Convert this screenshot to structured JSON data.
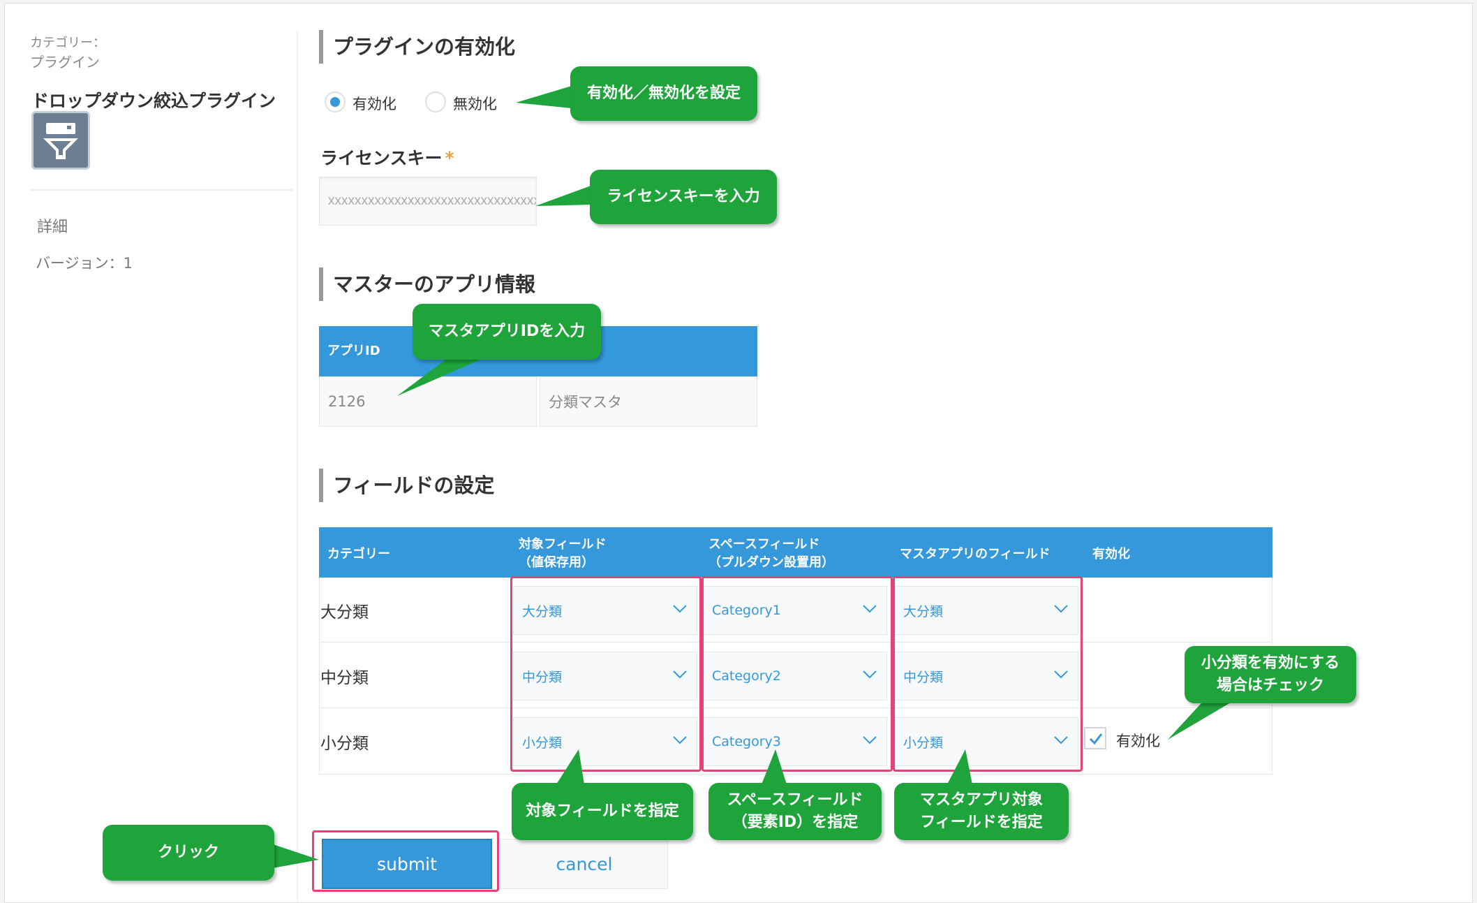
{
  "sidebar": {
    "category_label": "カテゴリー：",
    "category_value": "プラグイン",
    "plugin_name": "ドロップダウン絞込プラグイン",
    "plugin_icon": "funnel-filter-icon",
    "details_label": "詳細",
    "version_label": "バージョン：1"
  },
  "enable_section": {
    "title": "プラグインの有効化",
    "options": [
      {
        "label": "有効化",
        "selected": true
      },
      {
        "label": "無効化",
        "selected": false
      }
    ]
  },
  "license": {
    "label": "ライセンスキー",
    "required_mark": "*",
    "value": "xxxxxxxxxxxxxxxxxxxxxxxxxxxxxxxxxx"
  },
  "master_app": {
    "title": "マスターのアプリ情報",
    "column_header": "アプリID",
    "app_id": "2126",
    "app_name": "分類マスタ"
  },
  "fields": {
    "title": "フィールドの設定",
    "headers": {
      "category": "カテゴリー",
      "target_line1": "対象フィールド",
      "target_line2": "（値保存用）",
      "space_line1": "スペースフィールド",
      "space_line2": "（プルダウン設置用）",
      "master": "マスタアプリのフィールド",
      "enabled": "有効化"
    },
    "rows": [
      {
        "category": "大分類",
        "target": "大分類",
        "space": "Category1",
        "master": "大分類"
      },
      {
        "category": "中分類",
        "target": "中分類",
        "space": "Category2",
        "master": "中分類"
      },
      {
        "category": "小分類",
        "target": "小分類",
        "space": "Category3",
        "master": "小分類"
      }
    ],
    "enable_checkbox": {
      "label": "有効化",
      "checked": true
    }
  },
  "buttons": {
    "submit": "submit",
    "cancel": "cancel"
  },
  "callouts": {
    "enable": "有効化／無効化を設定",
    "license": "ライセンスキーを入力",
    "app_id": "マスタアプリIDを入力",
    "small_line1": "小分類を有効にする",
    "small_line2": "場合はチェック",
    "target": "対象フィールドを指定",
    "space_line1": "スペースフィールド",
    "space_line2": "（要素ID）を指定",
    "master_line1": "マスタアプリ対象",
    "master_line2": "フィールドを指定",
    "click": "クリック"
  },
  "colors": {
    "accent_blue": "#3498db",
    "callout_green": "#1ea43a",
    "highlight_pink": "#e8407a"
  }
}
